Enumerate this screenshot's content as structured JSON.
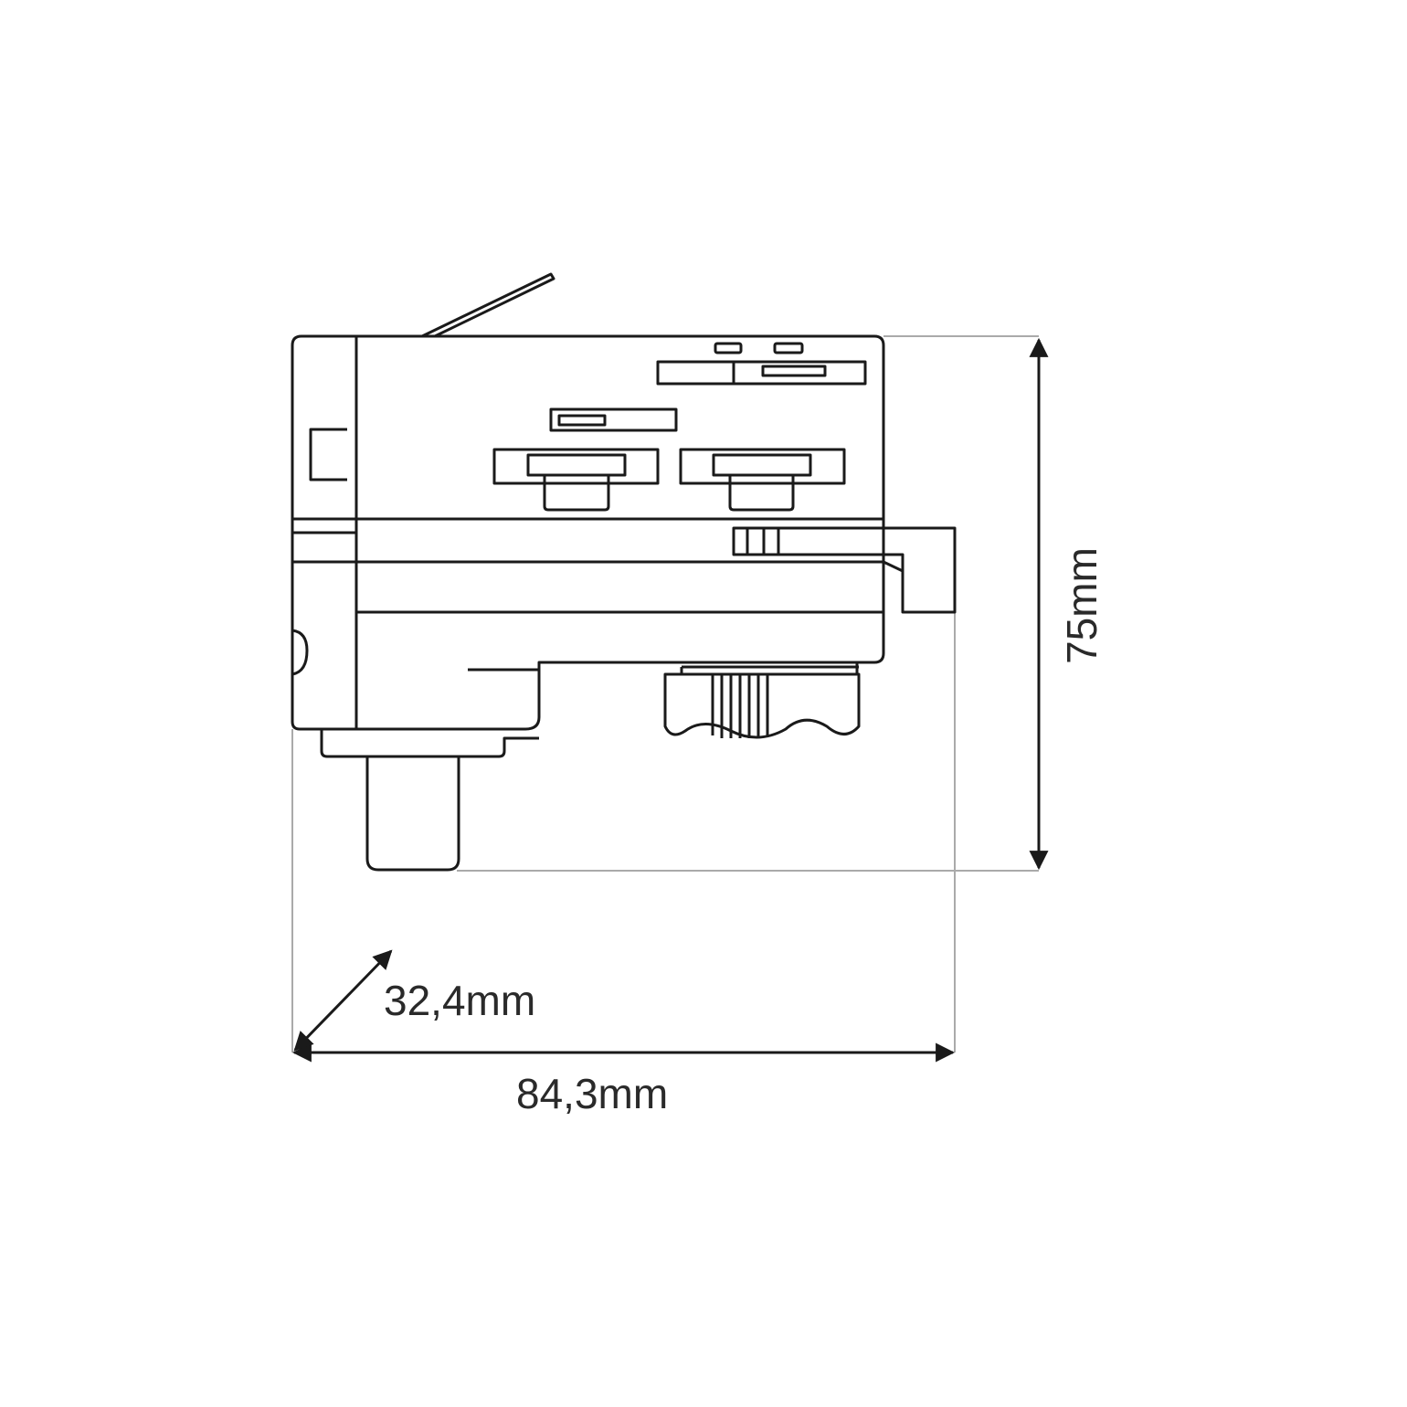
{
  "dimensions": {
    "height": "75mm",
    "depth": "32,4mm",
    "width": "84,3mm"
  },
  "colors": {
    "outline": "#1a1a1a",
    "dimension_line": "#aaaaaa"
  }
}
